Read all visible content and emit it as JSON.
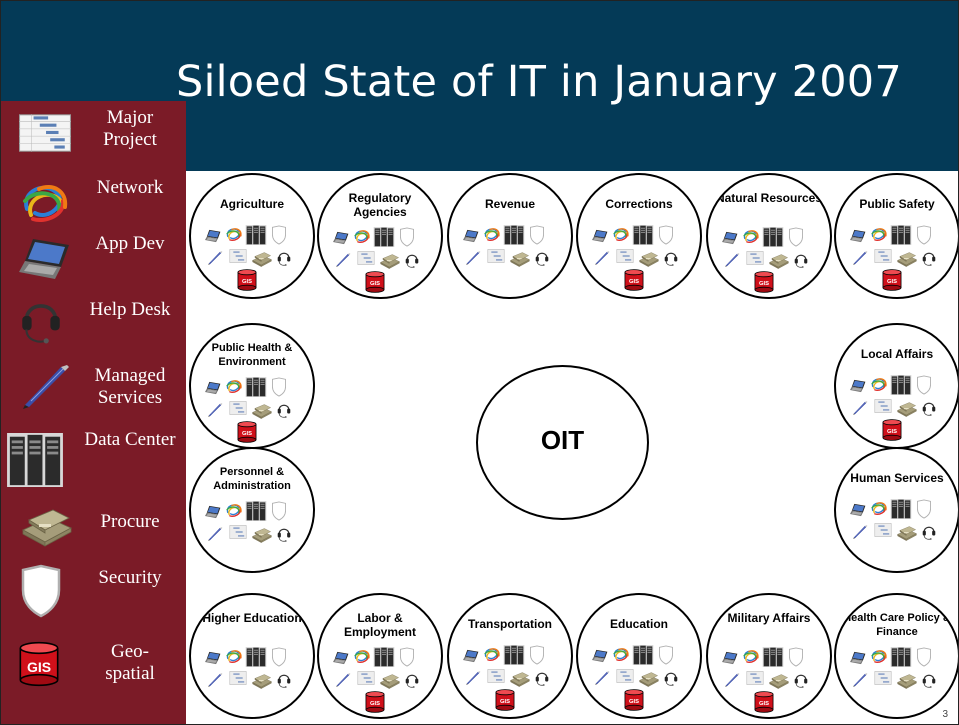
{
  "title": "Siloed State of IT in January 2007",
  "legend": [
    {
      "icon": "gantt-chart-icon",
      "label": "Major Project"
    },
    {
      "icon": "network-cables-icon",
      "label": "Network"
    },
    {
      "icon": "laptop-icon",
      "label": "App Dev"
    },
    {
      "icon": "headset-icon",
      "label": "Help Desk"
    },
    {
      "icon": "pen-icon",
      "label": "Managed Services"
    },
    {
      "icon": "server-rack-icon",
      "label": "Data Center"
    },
    {
      "icon": "money-stack-icon",
      "label": "Procure"
    },
    {
      "icon": "shield-icon",
      "label": "Security"
    },
    {
      "icon": "gis-drum-icon",
      "label": "Geo-spatial",
      "badge": "GIS"
    }
  ],
  "center": {
    "label": "OIT"
  },
  "departments": [
    {
      "name": "Agriculture",
      "gis": true
    },
    {
      "name": "Regulatory Agencies",
      "gis": true
    },
    {
      "name": "Revenue",
      "gis": false
    },
    {
      "name": "Corrections",
      "gis": true
    },
    {
      "name": "Natural Resources",
      "gis": true
    },
    {
      "name": "Public Safety",
      "gis": true
    },
    {
      "name": "Public Health & Environment",
      "gis": true
    },
    {
      "name": "Local Affairs",
      "gis": true
    },
    {
      "name": "Personnel & Administration",
      "gis": false
    },
    {
      "name": "Human Services",
      "gis": false
    },
    {
      "name": "Higher Education",
      "gis": false
    },
    {
      "name": "Labor & Employment",
      "gis": true
    },
    {
      "name": "Transportation",
      "gis": true
    },
    {
      "name": "Education",
      "gis": true
    },
    {
      "name": "Military Affairs",
      "gis": true
    },
    {
      "name": "Health Care Policy & Finance",
      "gis": false
    }
  ],
  "page_number": "3",
  "colors": {
    "title_bar": "#043a57",
    "legend_panel": "#7b1b27",
    "gis_red": "#d0101a"
  }
}
